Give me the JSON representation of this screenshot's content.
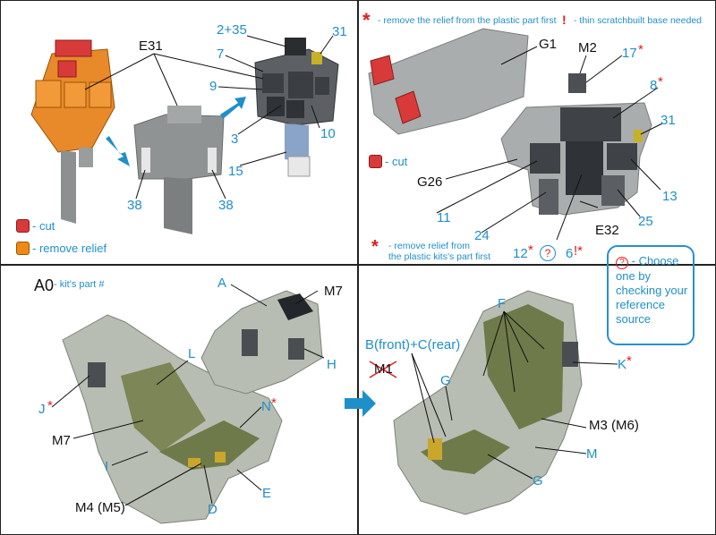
{
  "colors": {
    "accent_blue": "#1f8fc9",
    "cut_red": "#d83a3a",
    "relief_orange": "#ee8a13",
    "note_red": "#e21b1b"
  },
  "top_left": {
    "e31": "E31",
    "labels": [
      "2+35",
      "31",
      "7",
      "9",
      "3",
      "10",
      "15",
      "38",
      "38"
    ],
    "legend_cut": "- cut",
    "legend_relief": "- remove relief"
  },
  "top_right": {
    "note1": "- remove the relief from the plastic part first",
    "note2": "- thin scratchbuilt base needed",
    "note1_mark": "*",
    "note2_mark": "!",
    "g1": "G1",
    "m2": "M2",
    "n17": "17",
    "n8": "8",
    "n31": "31",
    "legend_cut": "- cut",
    "g26": "G26",
    "n13": "13",
    "n11": "11",
    "n24": "24",
    "e32": "E32",
    "n25": "25",
    "bottom_note_line1": "- remove relief from",
    "bottom_note_line2": "the plastic kits's part first",
    "n12": "12",
    "n6": "6",
    "q": "?"
  },
  "bottom_left": {
    "a0": "A0",
    "kit_part": "- kit's part #",
    "a": "A",
    "m7_top": "M7",
    "h": "H",
    "l": "L",
    "j": "J",
    "n": "N",
    "m7": "M7",
    "i": "I",
    "e": "E",
    "d": "D",
    "m4": "M4 (M5)"
  },
  "bottom_right": {
    "f": "F",
    "bc": "B(front)+C(rear)",
    "m1": "M1",
    "g_top": "G",
    "k": "K",
    "m3": "M3 (M6)",
    "m": "M",
    "g_bottom": "G",
    "callout_text": "- Choose one by checking your reference source"
  }
}
